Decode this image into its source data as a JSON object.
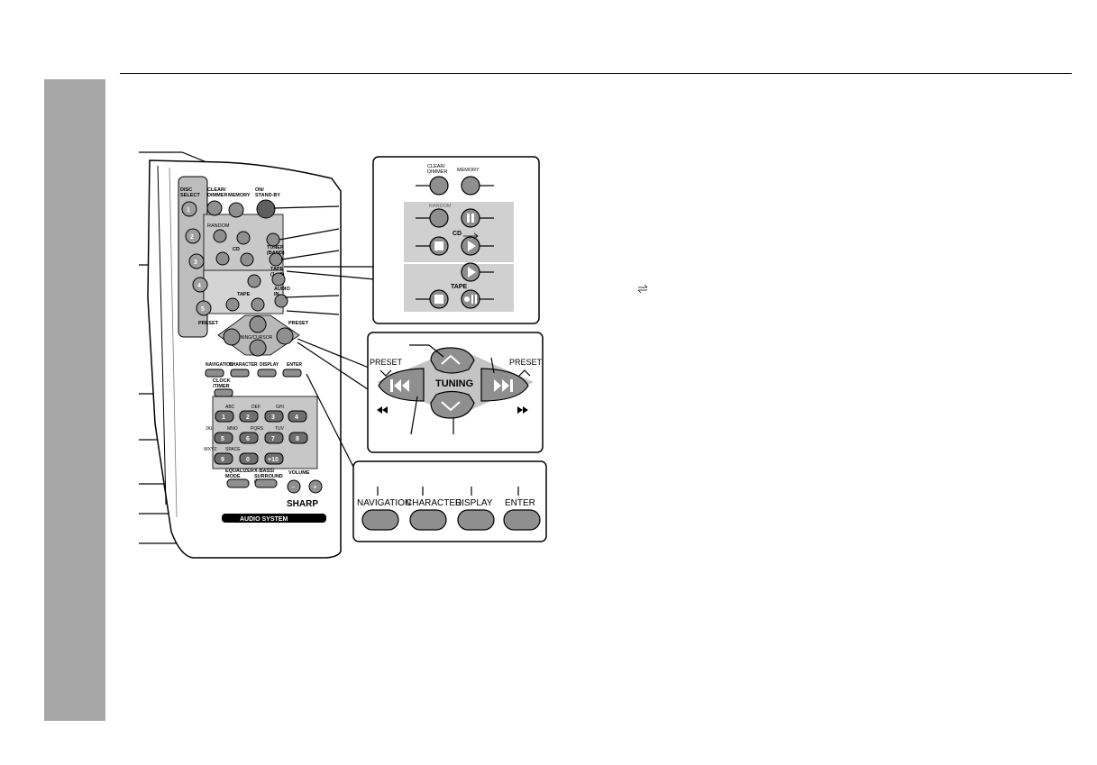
{
  "remote": {
    "brand": "SHARP",
    "system_label": "AUDIO SYSTEM",
    "disc_select": "DISC\nSELECT",
    "disc_buttons": [
      "1",
      "2",
      "3",
      "4",
      "5"
    ],
    "clear_dimmer": "CLEAR/\nDIMMER",
    "memory": "MEMORY",
    "on_standby": "ON/\nSTAND-BY",
    "random": "RANDOM",
    "cd": "CD",
    "tape": "TAPE",
    "tuner_band": "TUNER\n(BAND)",
    "tape_1_2": "TAPE\n(1↔2)",
    "audio_in": "AUDIO\nIN",
    "preset": "PRESET",
    "tuning_cursor": "TUNING/CURSOR",
    "nav_labels": [
      "NAVIGATION",
      "CHARACTER",
      "DISPLAY",
      "ENTER"
    ],
    "clock_timer": "CLOCK\n/TIMER",
    "keypad_letters": [
      "",
      "ABC",
      "DEF",
      "GHI",
      "JKL",
      "MNO",
      "PQRS",
      "TUV",
      "WXYZ",
      "SPACE",
      "",
      ""
    ],
    "keypad_keys": [
      "1",
      "2",
      "3",
      "4",
      "5",
      "6",
      "7",
      "8",
      "9",
      "0",
      "+10"
    ],
    "equalizer_mode": "EQUALIZER\nMODE",
    "x_bass": "X-BASS/\nSURROUND\n/DEMO",
    "volume": "VOLUME",
    "vol_minus": "−",
    "vol_plus": "+"
  },
  "callout_cd_tape": {
    "clear_dimmer": "CLEAR/\nDIMMER",
    "memory": "MEMORY",
    "random": "RANDOM",
    "cd": "CD",
    "tape": "TAPE"
  },
  "callout_tuning": {
    "preset_left": "PRESET",
    "preset_right": "PRESET",
    "tuning": "TUNING"
  },
  "callout_nav": {
    "labels": [
      "NAVIGATION",
      "CHARACTER",
      "DISPLAY",
      "ENTER"
    ]
  }
}
